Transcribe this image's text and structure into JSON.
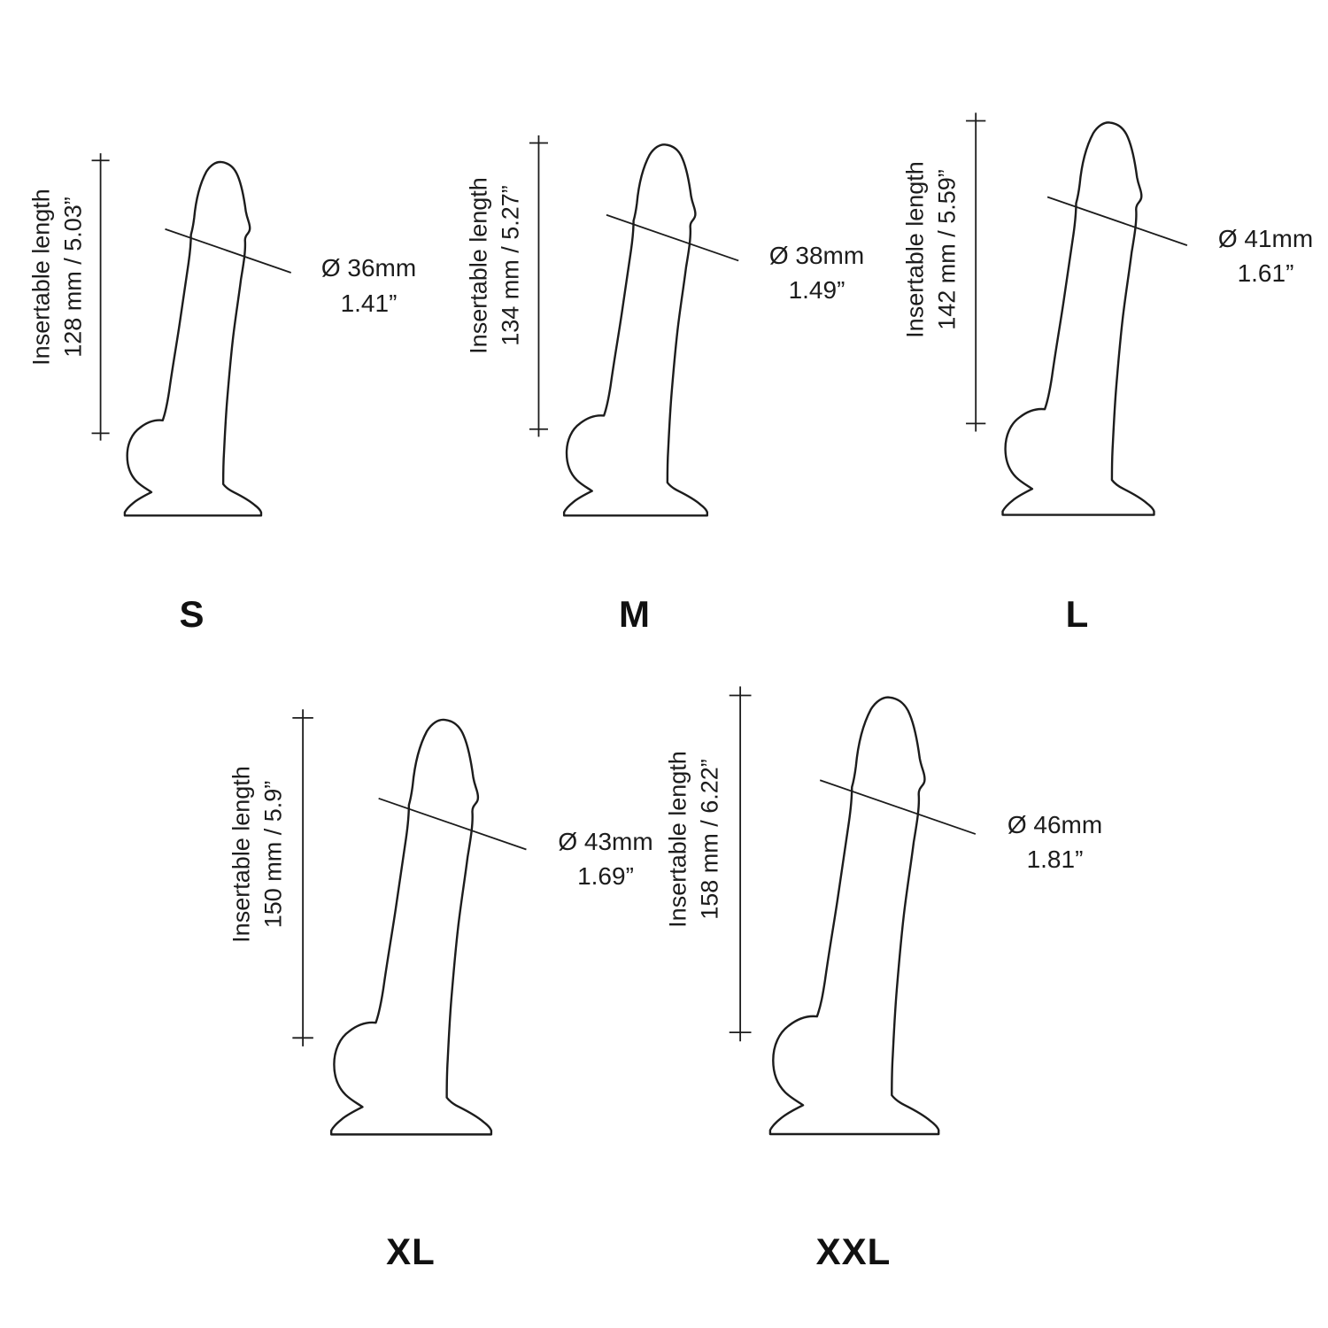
{
  "diagram": {
    "insertable_label": "Insertable length",
    "sizes": [
      {
        "label": "S",
        "length": "128 mm / 5.03”",
        "diameter_mm": "Ø 36mm",
        "diameter_in": "1.41”"
      },
      {
        "label": "M",
        "length": "134 mm / 5.27”",
        "diameter_mm": "Ø 38mm",
        "diameter_in": "1.49”"
      },
      {
        "label": "L",
        "length": "142 mm / 5.59”",
        "diameter_mm": "Ø 41mm",
        "diameter_in": "1.61”"
      },
      {
        "label": "XL",
        "length": "150 mm / 5.9”",
        "diameter_mm": "Ø 43mm",
        "diameter_in": "1.69”"
      },
      {
        "label": "XXL",
        "length": "158 mm / 6.22”",
        "diameter_mm": "Ø 46mm",
        "diameter_in": "1.81”"
      }
    ]
  }
}
